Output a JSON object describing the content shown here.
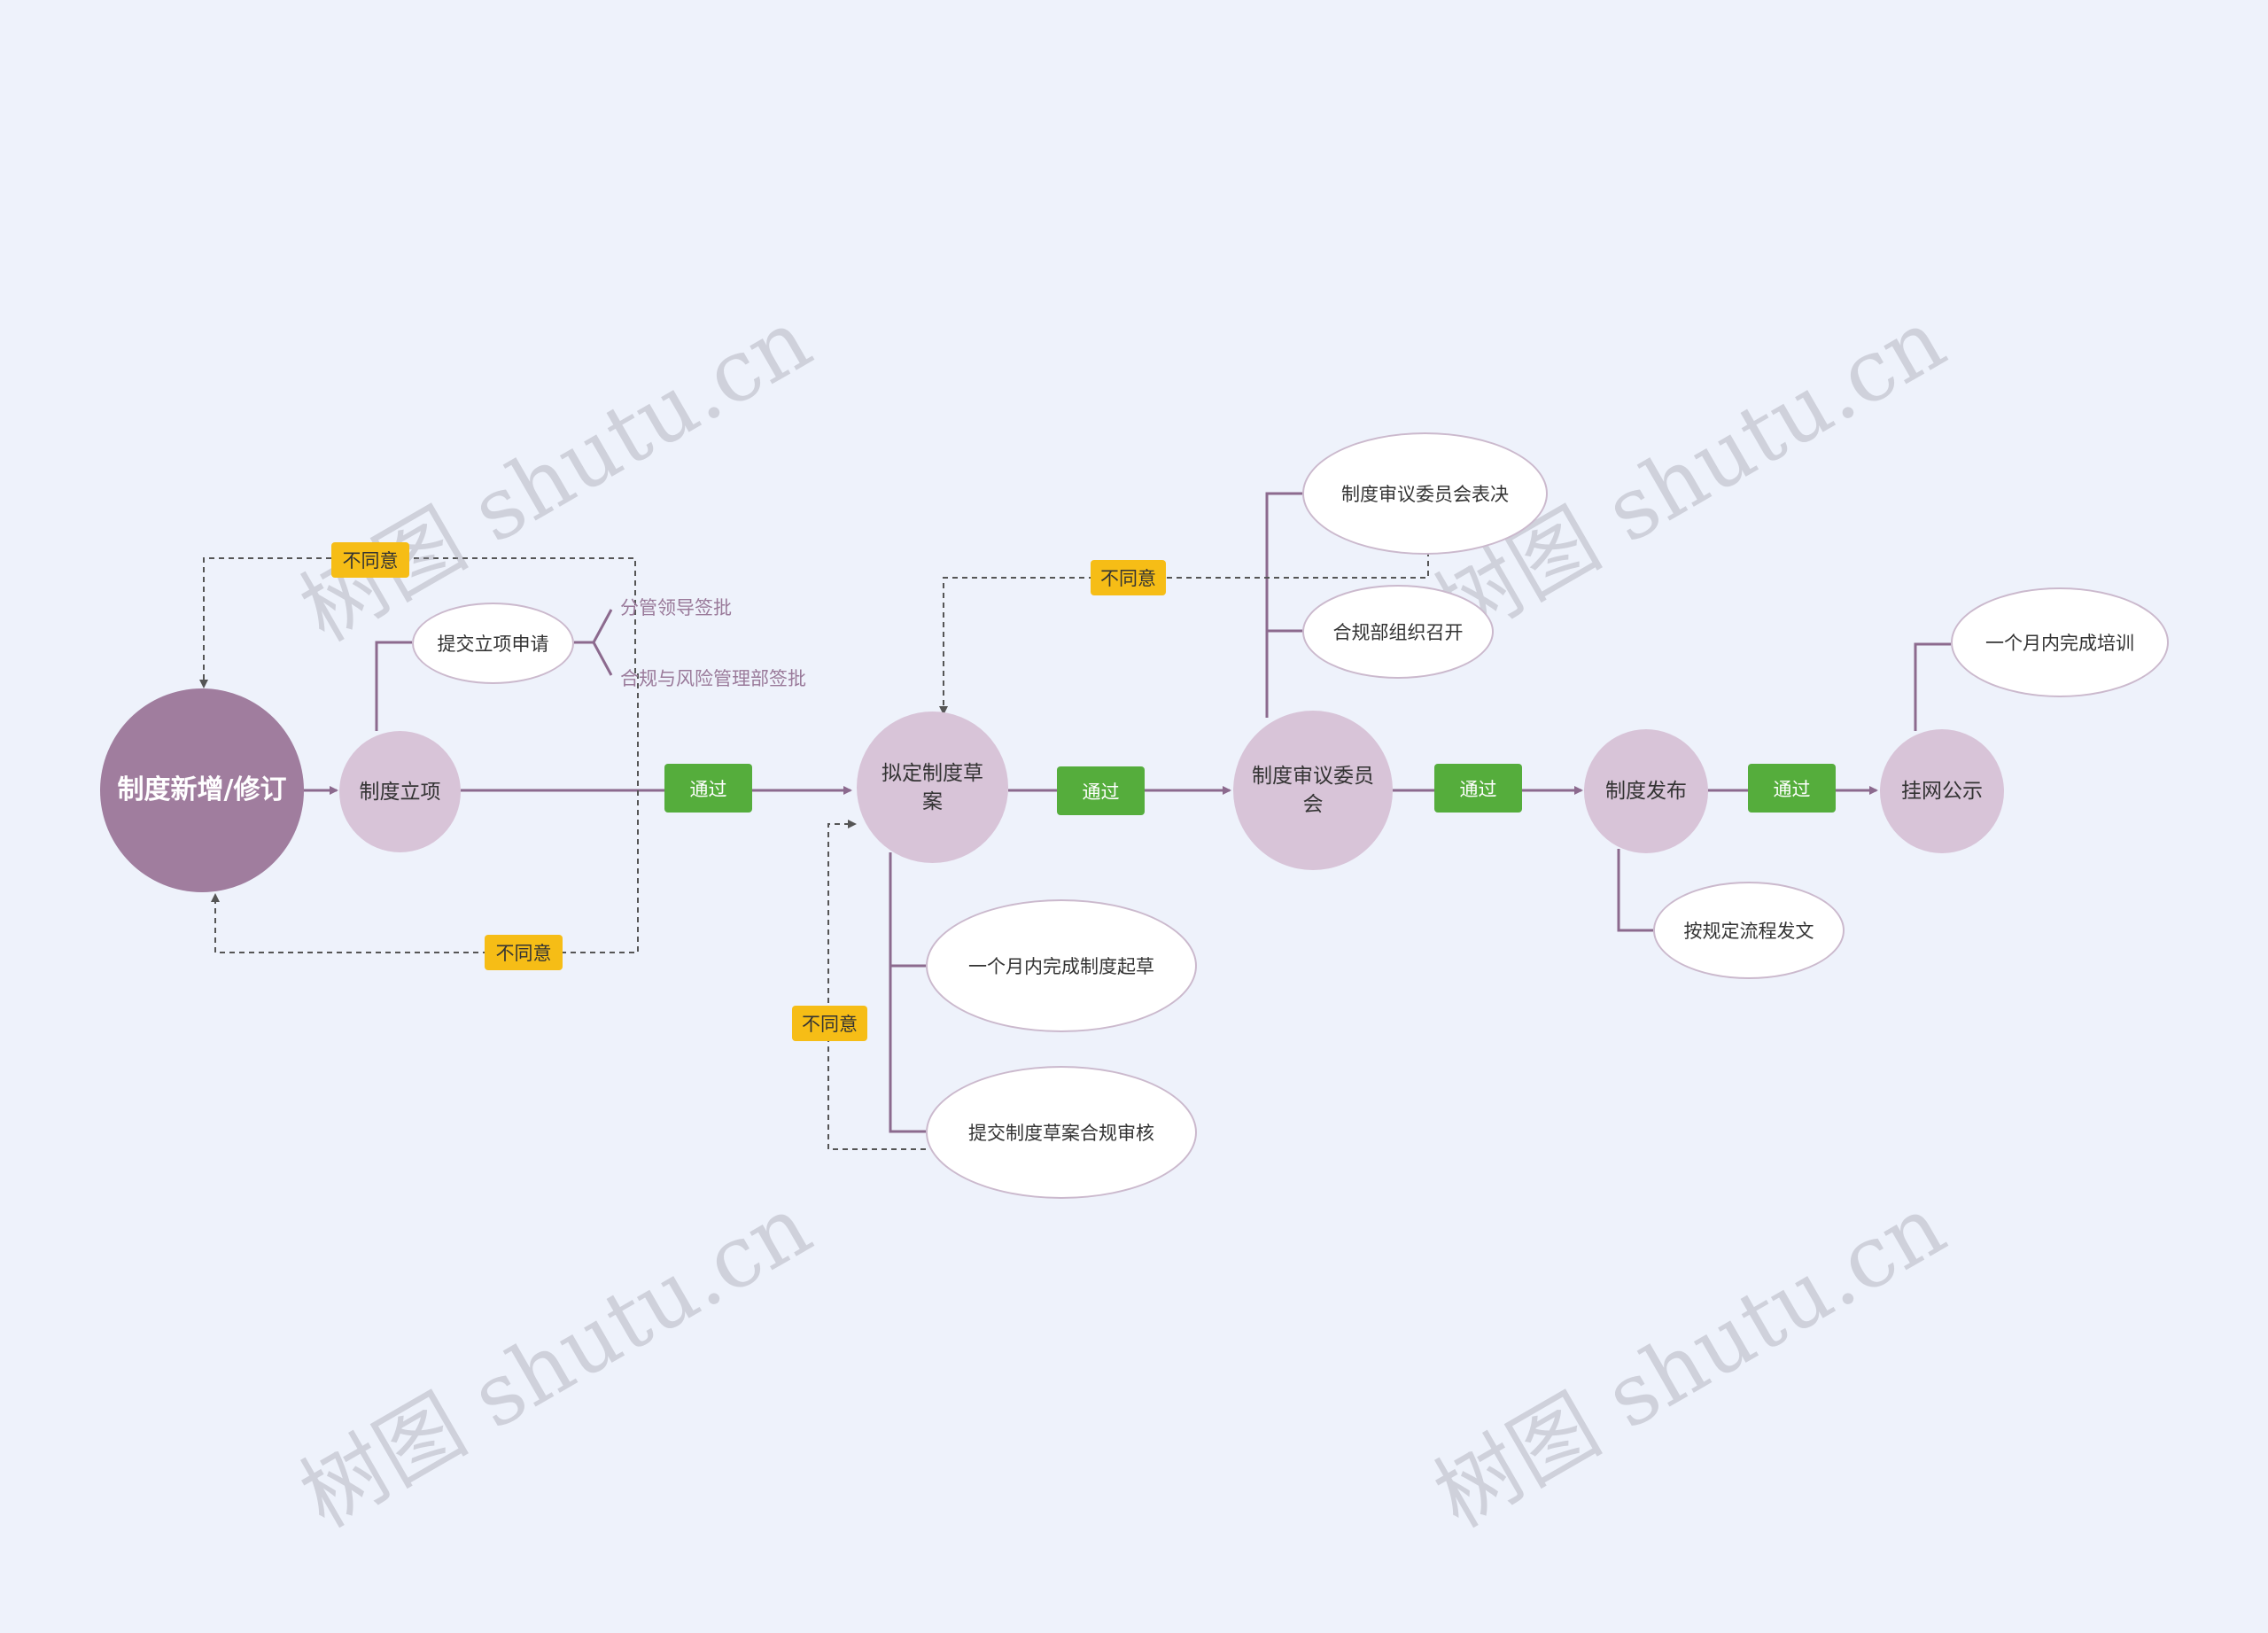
{
  "colors": {
    "background": "#eef2fb",
    "root": "#a07d9e",
    "main": "#d8c4d8",
    "line": "#8c6a8e",
    "pass": "#55ad3c",
    "reject": "#f6bd16"
  },
  "nodes": {
    "root": "制度新增/修订",
    "project": "制度立项",
    "draft": "拟定制度草案",
    "review": "制度审议委员会",
    "publish": "制度发布",
    "online": "挂网公示"
  },
  "leaves": {
    "submit_project": "提交立项申请",
    "sign_leader": "分管领导签批",
    "sign_risk": "合规与风险管理部签批",
    "draft_month": "一个月内完成制度起草",
    "draft_submit": "提交制度草案合规审核",
    "review_vote": "制度审议委员会表决",
    "review_meeting": "合规部组织召开",
    "publish_process": "按规定流程发文",
    "online_training": "一个月内完成培训"
  },
  "tags": {
    "pass": "通过",
    "reject": "不同意"
  },
  "watermark": "树图 shutu.cn"
}
